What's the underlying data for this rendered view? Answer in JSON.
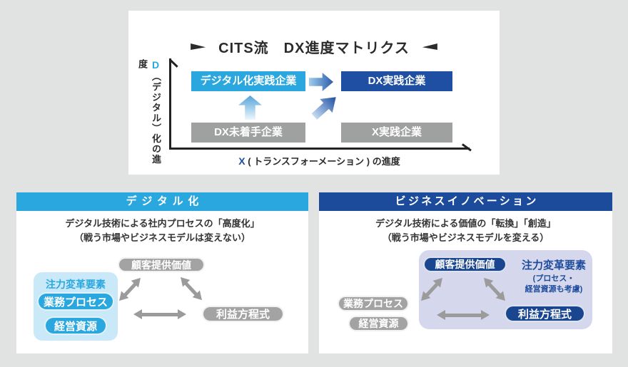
{
  "matrix": {
    "title": "CITS流　DX進度マトリクス",
    "y_axis": {
      "prefix": "D",
      "suffix": "（デジタル）化の進度"
    },
    "x_axis": {
      "prefix": "X",
      "suffix": "( トランスフォーメーション ) の進度"
    },
    "boxes": {
      "digitalized": "デジタル化実践企業",
      "dx_practicing": "DX実践企業",
      "dx_not_started": "DX未着手企業",
      "x_practicing": "X実践企業"
    }
  },
  "digitalization": {
    "header": "デジタル化",
    "desc1": "デジタル技術による社内プロセスの「高度化」",
    "desc2": "（戦う市場やビジネスモデルは変えない）",
    "focus_label": "注力変革要素",
    "customer_value": "顧客提供価値",
    "business_process": "業務プロセス",
    "resources": "経営資源",
    "profit_formula": "利益方程式"
  },
  "innovation": {
    "header": "ビジネスイノベーション",
    "desc1": "デジタル技術による価値の「転換」「創造」",
    "desc2": "（戦う市場やビジネスモデルを変える）",
    "focus_label": "注力変革要素",
    "focus_note1": "(プロセス・",
    "focus_note2": "経営資源も考慮)",
    "customer_value": "顧客提供価値",
    "business_process": "業務プロセス",
    "resources": "経営資源",
    "profit_formula": "利益方程式"
  },
  "colors": {
    "light_blue": "#2aa7df",
    "dark_blue": "#1e4fa2",
    "header_dark_blue": "#1d4b9c",
    "gray": "#9fa0a0",
    "light_blue_container": "#c9e9f9",
    "lavender_container": "#d5d8ed",
    "background": "#e1e2e2"
  }
}
